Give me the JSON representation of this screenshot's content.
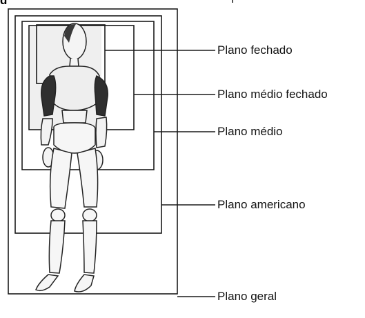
{
  "top_caption_fragment": "g",
  "diagram": {
    "labels": [
      {
        "id": "plano-fechado",
        "text": "Plano fechado"
      },
      {
        "id": "plano-medio-fechado",
        "text": "Plano médio fechado"
      },
      {
        "id": "plano-medio",
        "text": "Plano médio"
      },
      {
        "id": "plano-americano",
        "text": "Plano americano"
      },
      {
        "id": "plano-geral",
        "text": "Plano geral"
      }
    ]
  },
  "colors": {
    "frame": "#1a1a1a",
    "figure_outline": "#222222",
    "shading": "#3a3a3a",
    "background": "#ffffff"
  }
}
